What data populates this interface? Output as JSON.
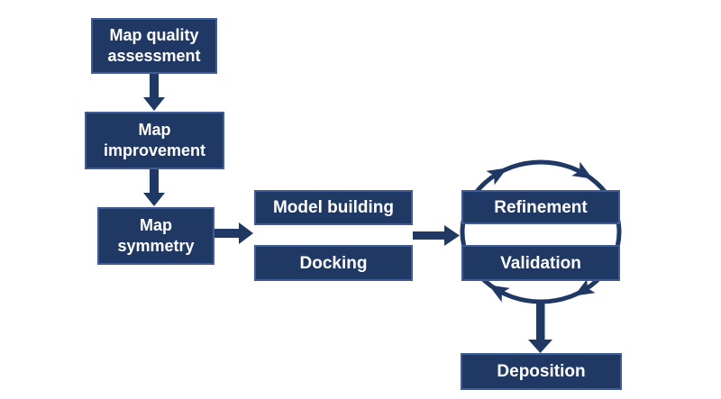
{
  "diagram": {
    "type": "flowchart",
    "colors": {
      "box_fill": "#1f3864",
      "box_border": "#3f5c96",
      "arrow": "#1f3864",
      "text": "#ffffff",
      "background": "#ffffff"
    },
    "nodes": {
      "map_quality": {
        "label": "Map quality\nassessment"
      },
      "map_improvement": {
        "label": "Map\nimprovement"
      },
      "map_symmetry": {
        "label": "Map\nsymmetry"
      },
      "model_building": {
        "label": "Model building"
      },
      "docking": {
        "label": "Docking"
      },
      "refinement": {
        "label": "Refinement"
      },
      "validation": {
        "label": "Validation"
      },
      "deposition": {
        "label": "Deposition"
      }
    },
    "edges": [
      {
        "from": "Map quality assessment",
        "to": "Map improvement",
        "type": "arrow-down"
      },
      {
        "from": "Map improvement",
        "to": "Map symmetry",
        "type": "arrow-down"
      },
      {
        "from": "Map symmetry",
        "to": "Model building / Docking",
        "type": "arrow-right"
      },
      {
        "from": "Model building / Docking",
        "to": "Refinement / Validation",
        "type": "arrow-right"
      },
      {
        "from": "Refinement / Validation",
        "to": "Deposition",
        "type": "arrow-down"
      },
      {
        "between": "Refinement",
        "and": "Validation",
        "type": "clockwise-cycle"
      }
    ]
  }
}
